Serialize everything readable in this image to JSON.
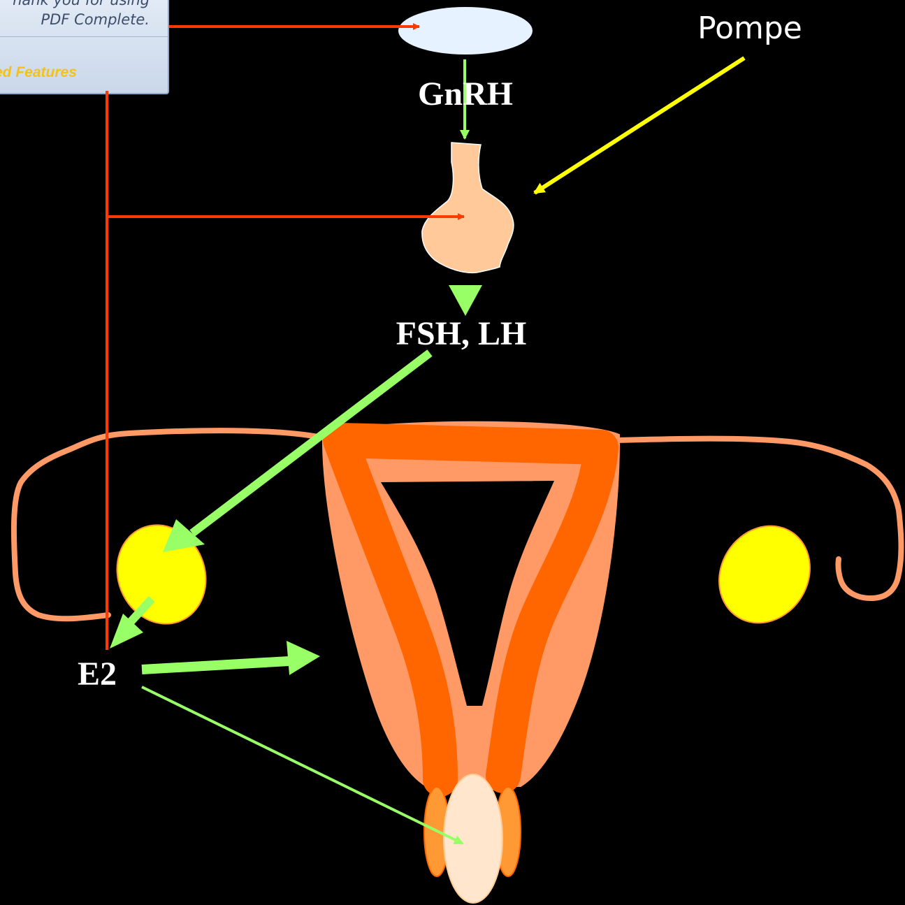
{
  "banner": {
    "line1": "hank you for using",
    "line2": "PDF Complete.",
    "line3": "ed Features"
  },
  "labels": {
    "gnrh": "GnRH",
    "fsh_lh": "FSH, LH",
    "e2": "E2",
    "pompe": "Pompe"
  },
  "colors": {
    "background": "#000000",
    "negative_feedback": "#ff3a00",
    "stimulation": "#99ff66",
    "pompe_arrow": "#ffff00",
    "hypothalamus": "#e6f2ff",
    "pituitary": "#ffc99a",
    "ovary": "#ffff00",
    "uterus_outer": "#ff9966",
    "uterus_inner": "#ff6600",
    "cervix": "#ffe6cc",
    "tube": "#ff9966"
  }
}
